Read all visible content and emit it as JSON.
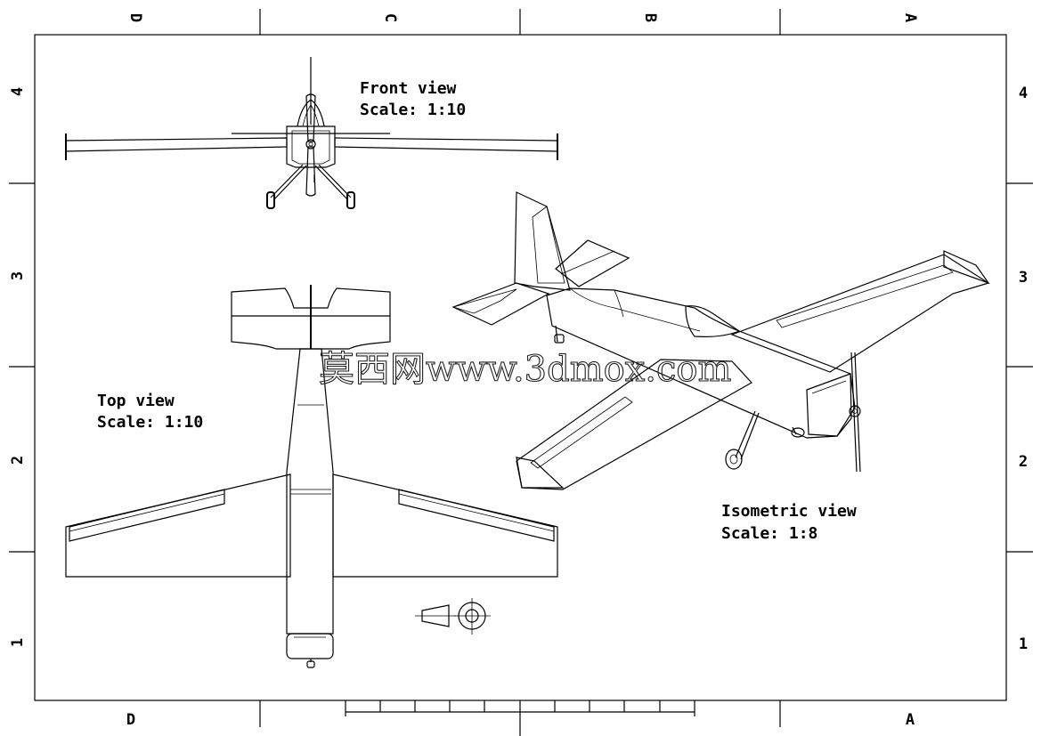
{
  "border": {
    "top_letters": [
      "D",
      "C",
      "B",
      "A"
    ],
    "bottom_letters": [
      "D",
      "A"
    ],
    "left_numbers": [
      "4",
      "3",
      "2",
      "1"
    ],
    "right_numbers": [
      "4",
      "3",
      "2",
      "1"
    ]
  },
  "views": {
    "front": {
      "title": "Front view",
      "scale": "Scale:  1:10"
    },
    "top": {
      "title": "Top view",
      "scale": "Scale:  1:10"
    },
    "iso": {
      "title": "Isometric view",
      "scale": "Scale:  1:8"
    }
  },
  "watermark": "莫西网www.3dmox.com"
}
